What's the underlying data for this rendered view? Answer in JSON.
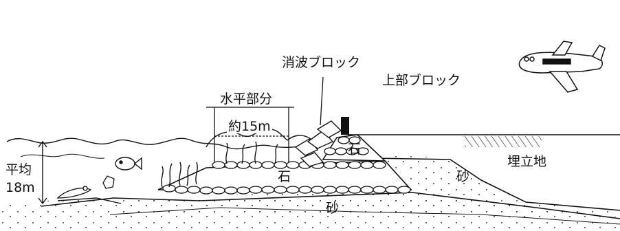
{
  "labels": {
    "wave_block": "消波ブロック",
    "upper_block": "上部ブロック",
    "horizontal_part": "水平部分",
    "approx_width": "約15m",
    "average": "平均",
    "depth": "18m",
    "reclaimed_land": "埋立地",
    "stone_upper": "石",
    "stone_lower": "石",
    "sand_right": "砂",
    "sand_bottom": "砂"
  }
}
